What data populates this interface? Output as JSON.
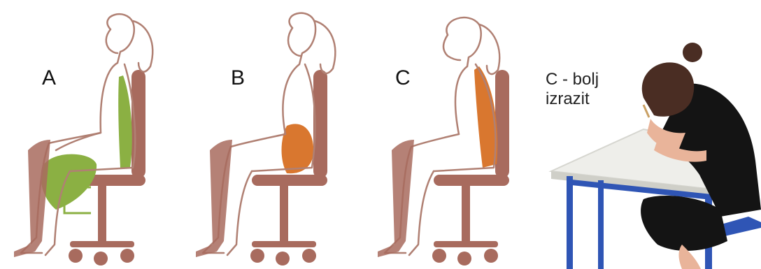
{
  "figures": [
    {
      "label": "A",
      "posture_color": "#8bb043"
    },
    {
      "label": "B",
      "posture_color": "#d9772f"
    },
    {
      "label": "C",
      "posture_color": "#d9772f"
    }
  ],
  "photo": {
    "caption_line1": "C - bolj",
    "caption_line2": "izrazit"
  },
  "colors": {
    "chair": "#a86b5e",
    "outline": "#b08073",
    "table_top": "#eeeeea",
    "table_legs": "#2f55b5",
    "shirt": "#141414",
    "skin": "#e9b49a",
    "hair": "#4a2d23"
  }
}
